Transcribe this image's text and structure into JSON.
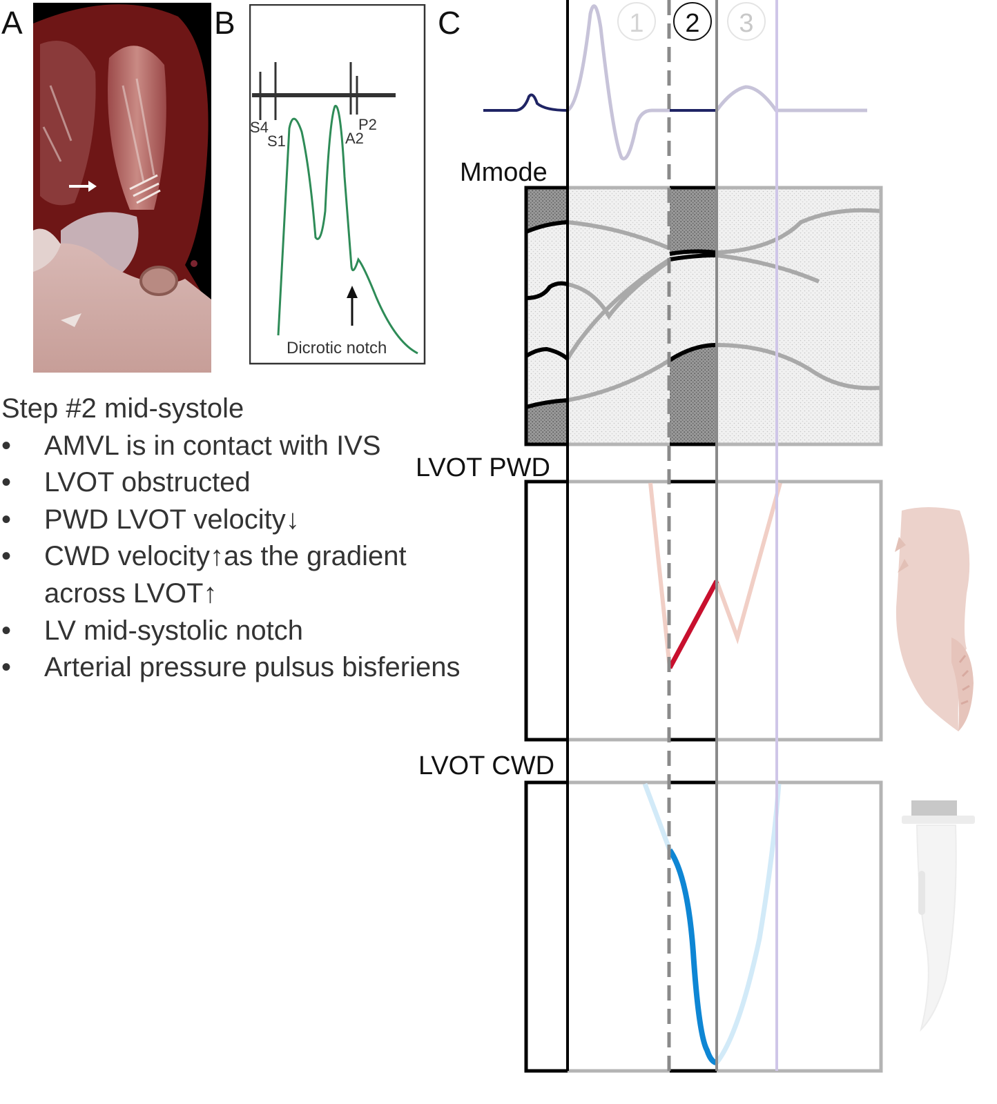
{
  "panels": {
    "a": "A",
    "b": "B",
    "c": "C"
  },
  "pulse": {
    "sound_labels": [
      "S4",
      "S1",
      "A2",
      "P2"
    ],
    "annotation": "Dicrotic notch"
  },
  "phases": [
    "1",
    "2",
    "3"
  ],
  "sections": {
    "mmode": "Mmode",
    "pwd": "LVOT PWD",
    "cwd": "LVOT CWD"
  },
  "step": {
    "title": "Step #2 mid-systole",
    "bullets": [
      "AMVL is in contact with IVS",
      "LVOT obstructed",
      "PWD LVOT velocity↓",
      "CWD velocity↑as the gradient across LVOT↑",
      "LV mid-systolic notch",
      "Arterial pressure pulsus  bisferiens"
    ]
  },
  "colors": {
    "heart_muscle": "#6e1616",
    "pulse_wave": "#2e8b57",
    "ecg_active": "#1f2464",
    "ecg_faded": "#c7c3d9",
    "pwd_active": "#c8102e",
    "pwd_faded": "#f1cfc6",
    "cwd_active": "#0e86d4",
    "cwd_faded": "#d2eaf8",
    "phase3_line": "#cfc6e8"
  },
  "icons": [
    "lobster-claw-icon",
    "knife-icon"
  ]
}
